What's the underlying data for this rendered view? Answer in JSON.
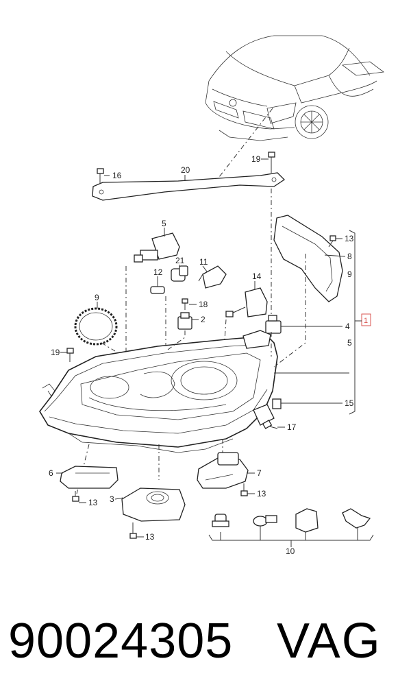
{
  "diagram": {
    "callouts": {
      "c1": "1",
      "c2": "2",
      "c3": "3",
      "c4": "4",
      "c5a": "5",
      "c5b": "5",
      "c6": "6",
      "c7": "7",
      "c8": "8",
      "c9a": "9",
      "c9b": "9",
      "c10": "10",
      "c11": "11",
      "c12": "12",
      "c13a": "13",
      "c13b": "13",
      "c13c": "13",
      "c13d": "13",
      "c14": "14",
      "c15": "15",
      "c16": "16",
      "c17": "17",
      "c18": "18",
      "c19a": "19",
      "c19b": "19",
      "c20": "20",
      "c21": "21"
    },
    "highlight_color": "#d9534f"
  },
  "footer": {
    "part_number": "90024305",
    "brand": "VAG"
  }
}
